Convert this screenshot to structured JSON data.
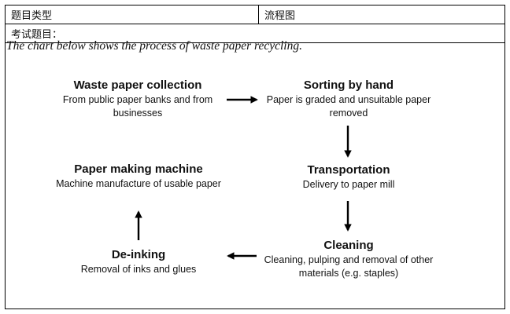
{
  "header": {
    "type_label": "题目类型",
    "type_value": "流程图"
  },
  "exam": {
    "label": "考试题目：",
    "prompt": "The chart below shows the process of waste paper recycling."
  },
  "steps": {
    "collection": {
      "title": "Waste paper collection",
      "desc": "From public paper banks and from businesses"
    },
    "sorting": {
      "title": "Sorting by hand",
      "desc": "Paper is graded and unsuitable paper removed"
    },
    "transportation": {
      "title": "Transportation",
      "desc": "Delivery to paper mill"
    },
    "cleaning": {
      "title": "Cleaning",
      "desc": "Cleaning, pulping and removal of other materials (e.g. staples)"
    },
    "deinking": {
      "title": "De-inking",
      "desc": "Removal of inks and glues"
    },
    "machine": {
      "title": "Paper making machine",
      "desc": "Machine manufacture of usable paper"
    }
  }
}
